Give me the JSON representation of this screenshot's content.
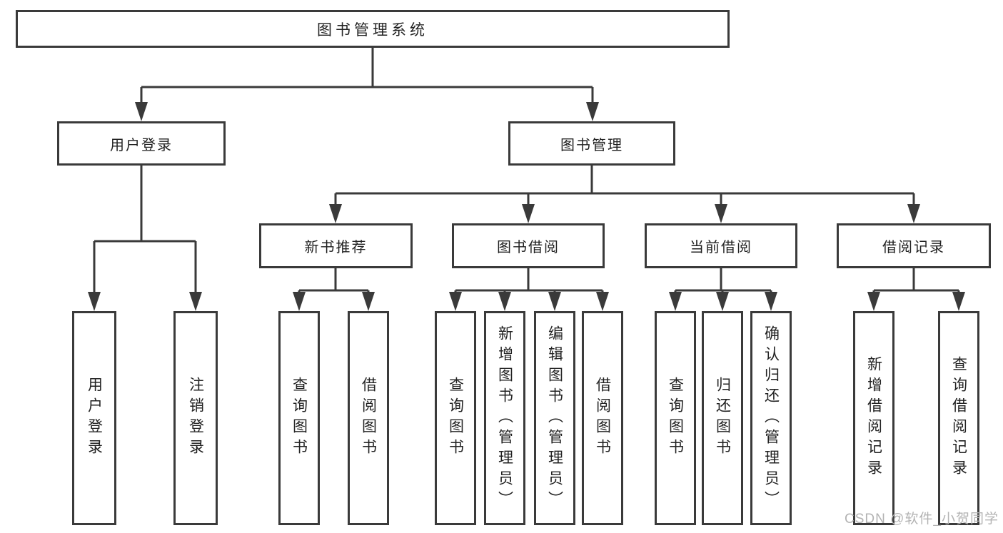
{
  "tree": {
    "label": "图书管理系统",
    "children": [
      {
        "label": "用户登录",
        "children": [
          {
            "label": "用户登录"
          },
          {
            "label": "注销登录"
          }
        ]
      },
      {
        "label": "图书管理",
        "children": [
          {
            "label": "新书推荐",
            "children": [
              {
                "label": "查询图书"
              },
              {
                "label": "借阅图书"
              }
            ]
          },
          {
            "label": "图书借阅",
            "children": [
              {
                "label": "查询图书"
              },
              {
                "label": "新增图书（管理员）"
              },
              {
                "label": "编辑图书（管理员）"
              },
              {
                "label": "借阅图书"
              }
            ]
          },
          {
            "label": "当前借阅",
            "children": [
              {
                "label": "查询图书"
              },
              {
                "label": "归还图书"
              },
              {
                "label": "确认归还（管理员）"
              }
            ]
          },
          {
            "label": "借阅记录",
            "children": [
              {
                "label": "新增借阅记录"
              },
              {
                "label": "查询借阅记录"
              }
            ]
          }
        ]
      }
    ]
  },
  "watermark": "CSDN @软件_小贺同学",
  "colors": {
    "line": "#3a3a3a",
    "text": "#222222",
    "watermark": "#b3b3b3",
    "background": "#ffffff"
  }
}
